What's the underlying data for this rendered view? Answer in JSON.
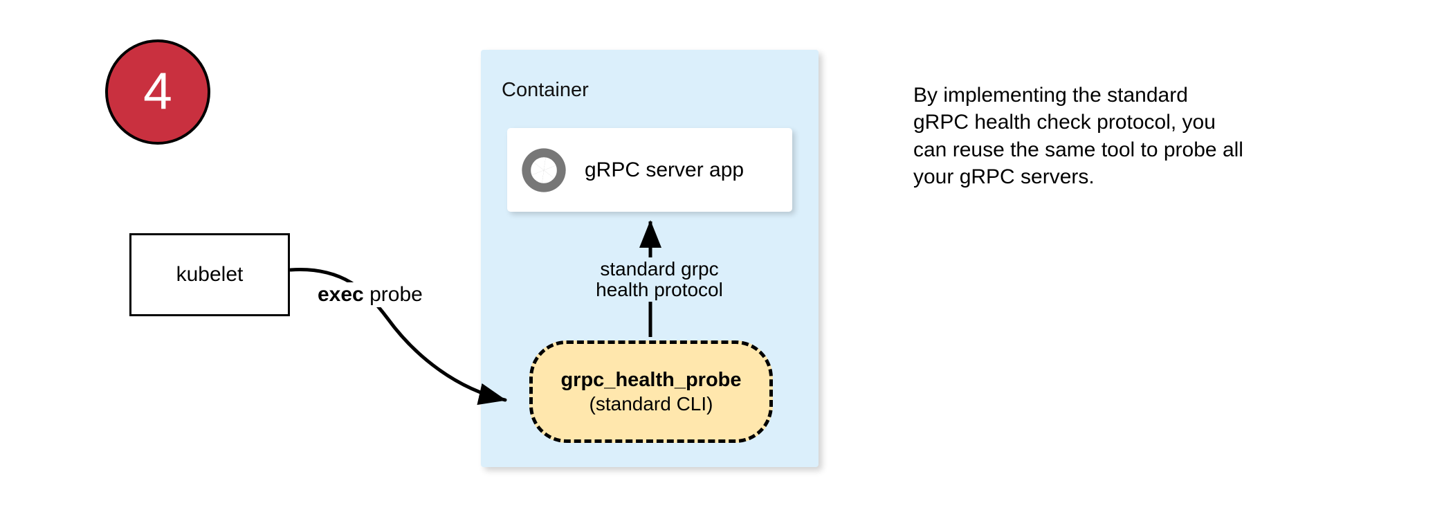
{
  "step": {
    "number": "4"
  },
  "kubelet": {
    "label": "kubelet"
  },
  "container": {
    "label": "Container"
  },
  "grpc_app": {
    "label": "gRPC server app",
    "icon": "grpc-aperture-icon"
  },
  "health_probe": {
    "title": "grpc_health_probe",
    "subtitle": "(standard CLI)"
  },
  "edges": {
    "exec_probe": {
      "keyword": "exec",
      "rest": " probe"
    },
    "protocol": {
      "line1": "standard grpc",
      "line2": "health protocol"
    }
  },
  "annotation": {
    "line1": "By implementing the standard",
    "line2": "gRPC health check protocol, you",
    "line3": "can reuse the same tool to probe all",
    "line4": "your gRPC servers."
  },
  "colors": {
    "badge_red": "#c9303f",
    "container_blue": "#dbeffb",
    "probe_yellow": "#ffe7ad",
    "icon_gray": "#777777",
    "stroke_black": "#000000"
  }
}
